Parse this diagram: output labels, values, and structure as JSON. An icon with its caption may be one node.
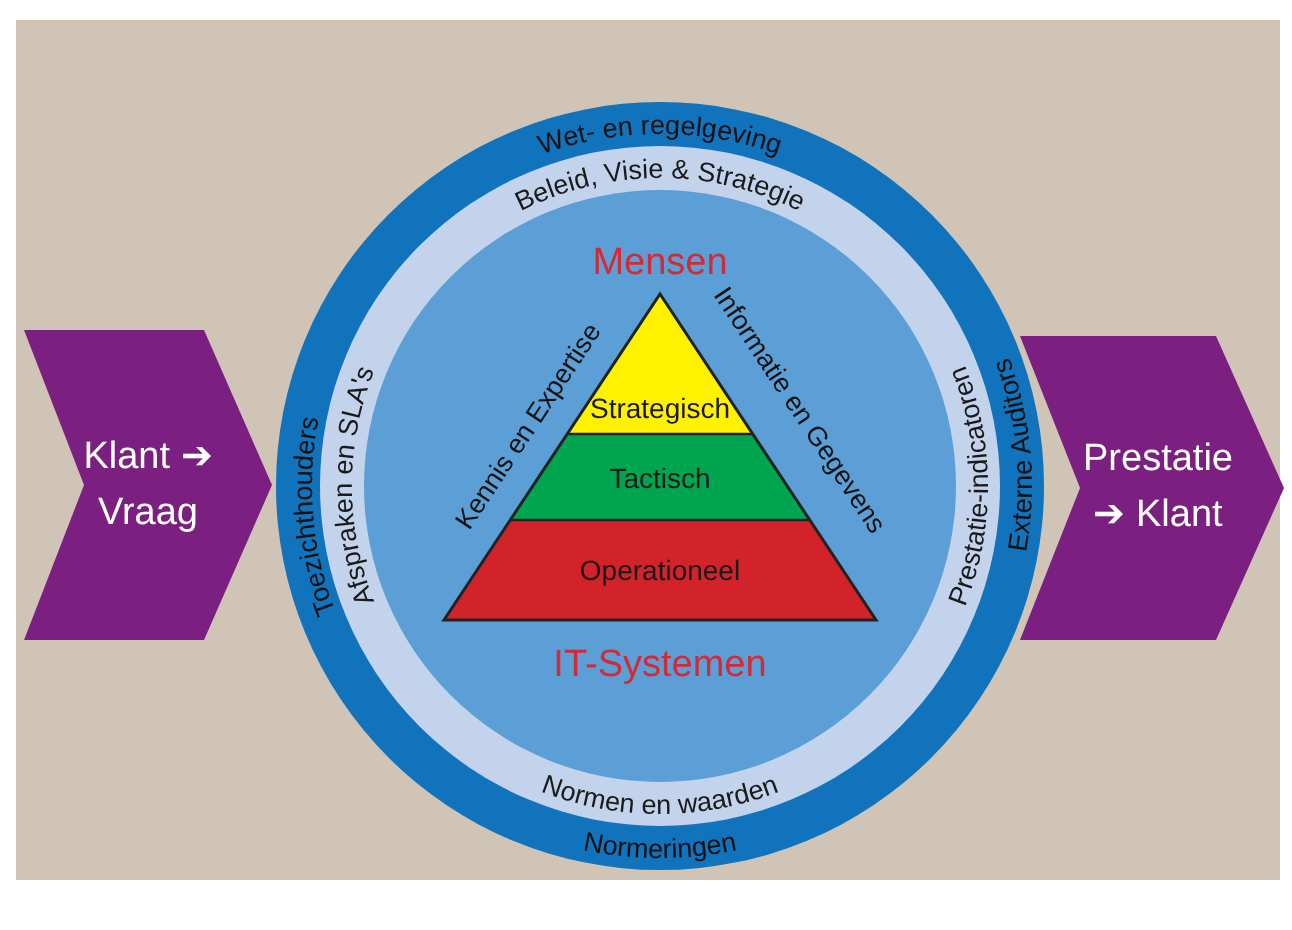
{
  "diagram": {
    "nodes": [
      {
        "text": [
          "Wet- en regelgeving",
          "Externe Auditors",
          "Toezichthouders",
          "Normeringen"
        ]
      },
      {
        "text": [
          "Beleid, Visie & Strategie",
          "Afspraken en SLA's",
          "Prestatie-indicatoren",
          "Normen en waarden"
        ],
        "in": 0
      },
      {
        "text": [
          "Mensen",
          "Kennis en Expertise",
          "Informatie en Gegevens",
          "IT-Systemen"
        ],
        "in": 1
      },
      {
        "text": [
          "Strategisch"
        ],
        "in": 2
      },
      {
        "text": [
          "Tactisch"
        ],
        "in": 2
      },
      {
        "text": [
          "Operationeel"
        ],
        "in": 2
      },
      {
        "text": [
          "Klant ➔ Vraag"
        ]
      },
      {
        "text": [
          "Prestatie ➔ Klant"
        ]
      }
    ],
    "edges": []
  }
}
